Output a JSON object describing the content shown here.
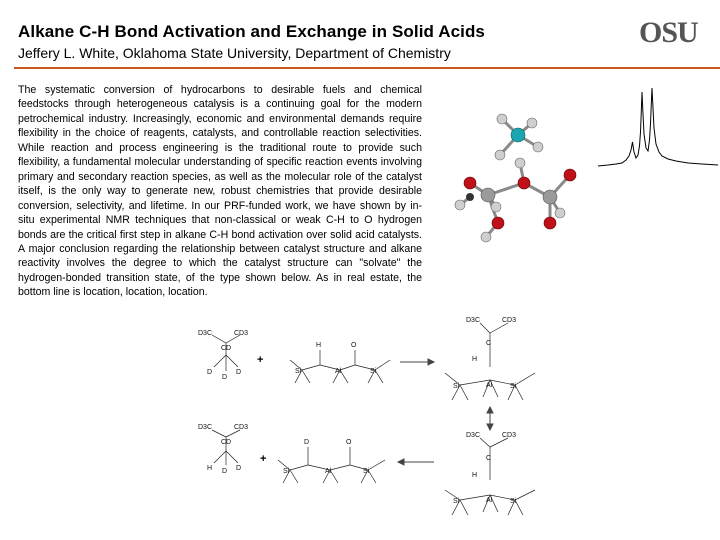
{
  "header": {
    "title": "Alkane C-H Bond Activation and Exchange in Solid Acids",
    "subtitle": "Jeffery L. White, Oklahoma State University, Department of Chemistry",
    "logo_text": "OSU",
    "rule_color": "#c8581f"
  },
  "body": {
    "paragraph": "The systematic conversion of hydrocarbons to desirable fuels and chemical feedstocks through heterogeneous catalysis is a continuing goal for the modern petrochemical industry. Increasingly, economic and environmental demands require flexibility in the choice of reagents, catalysts, and controllable reaction selectivities. While reaction and process engineering is the traditional route to provide such flexibility, a fundamental molecular understanding of specific reaction events involving primary and secondary reaction species, as well as the molecular role of the catalyst itself, is the only way to generate new, robust chemistries that provide desirable conversion, selectivity, and lifetime. In our PRF-funded work, we have shown by in-situ experimental NMR techniques that non-classical or weak C-H to O hydrogen bonds are the critical first step in alkane C-H bond activation over solid acid catalysts. A major conclusion regarding the relationship between catalyst structure and alkane reactivity involves the degree to which the catalyst structure can \"solvate\" the hydrogen-bonded transition state, of the type shown below. As in real estate, the bottom line is location, location, location."
  },
  "scheme": {
    "plus": "+",
    "cd3": "CD3",
    "d3c": "D3C",
    "cd": "CD",
    "c": "C",
    "d": "D",
    "h": "H",
    "o": "O",
    "si": "Si",
    "al": "Al"
  },
  "colors": {
    "oxygen": "#c0101a",
    "carbon": "#9a9a9a",
    "hydrogen": "#cfcfcf",
    "highlight": "#1aa6b0"
  }
}
